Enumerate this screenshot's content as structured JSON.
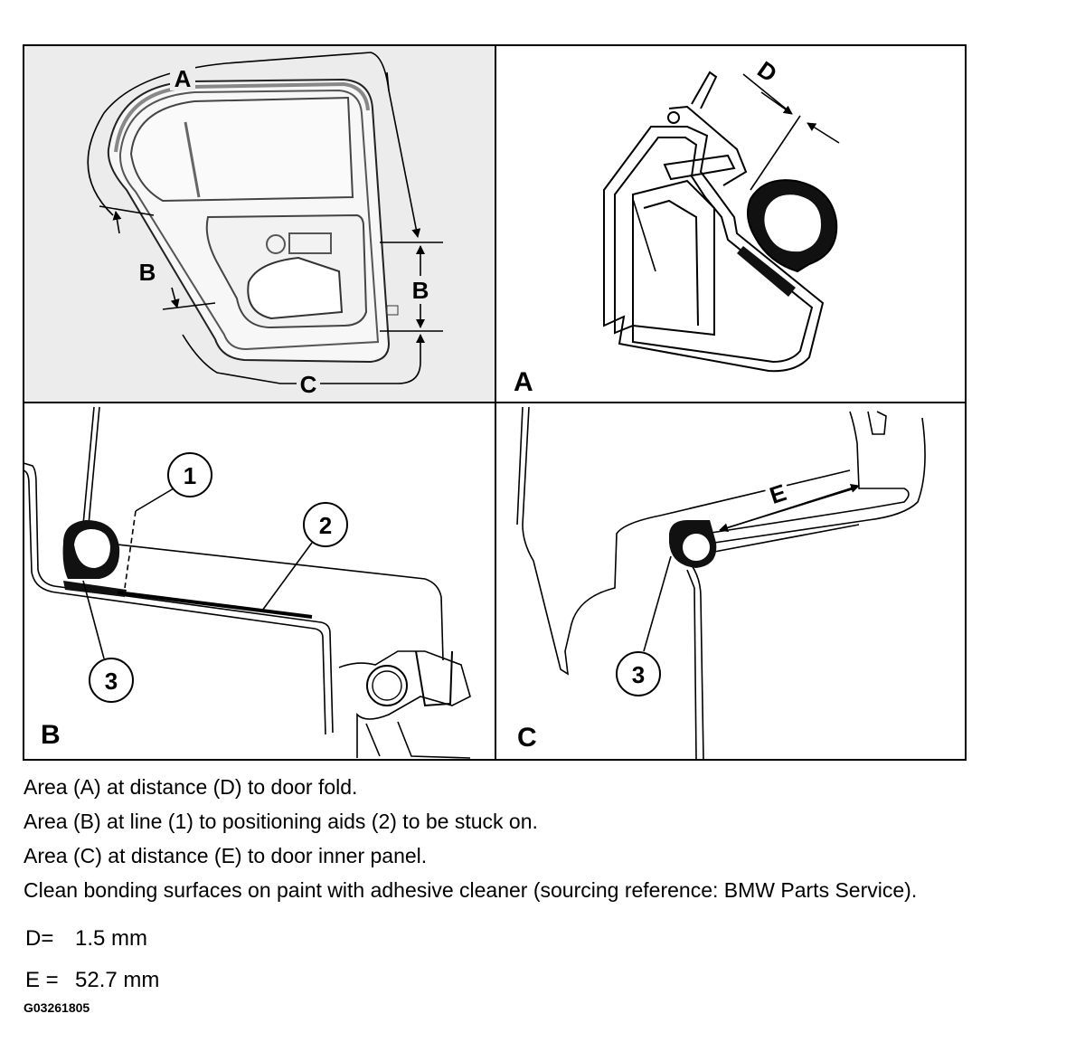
{
  "panels": {
    "a": {
      "label": "A"
    },
    "b": {
      "label": "B"
    },
    "c": {
      "label": "C"
    }
  },
  "overview_labels": {
    "a": "A",
    "b": "B",
    "c": "C"
  },
  "dimensions": {
    "d": "D",
    "e": "E"
  },
  "callouts": {
    "line": "1",
    "positioning_aid": "2",
    "seal": "3"
  },
  "captions": [
    "Area (A) at distance (D) to door fold.",
    "Area (B) at line (1) to positioning aids (2) to be stuck on.",
    "Area (C) at distance (E) to door inner panel.",
    "Clean bonding surfaces on paint with adhesive cleaner (sourcing reference: BMW Parts Service)."
  ],
  "specs": [
    {
      "key": "D=",
      "value": "1.5 mm"
    },
    {
      "key": "E =",
      "value": "52.7 mm"
    }
  ],
  "figure_code": "G03261805"
}
